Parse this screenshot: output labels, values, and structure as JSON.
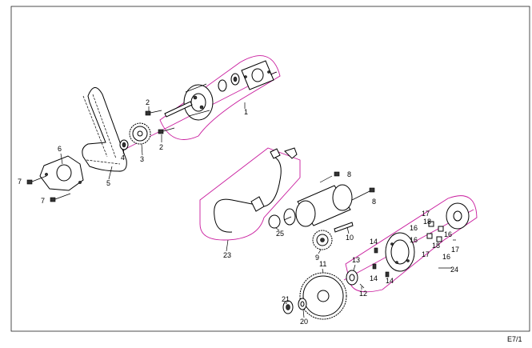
{
  "page_code": "E7/1",
  "callouts": {
    "c1": "1",
    "c2a": "2",
    "c2b": "2",
    "c3": "3",
    "c4": "4",
    "c5": "5",
    "c6": "6",
    "c7a": "7",
    "c7b": "7",
    "c8a": "8",
    "c8b": "8",
    "c9": "9",
    "c10": "10",
    "c11": "11",
    "c12": "12",
    "c13": "13",
    "c14a": "14",
    "c14b": "14",
    "c14c": "14",
    "c16a": "16",
    "c16b": "16",
    "c16c": "16",
    "c16d": "16",
    "c17a": "17",
    "c17b": "17",
    "c17c": "17",
    "c18a": "18",
    "c18b": "18",
    "c20": "20",
    "c21": "21",
    "c23": "23",
    "c24": "24",
    "c25": "25"
  },
  "colors": {
    "group_outline": "#c8189c",
    "line": "#000000",
    "background": "#ffffff"
  }
}
